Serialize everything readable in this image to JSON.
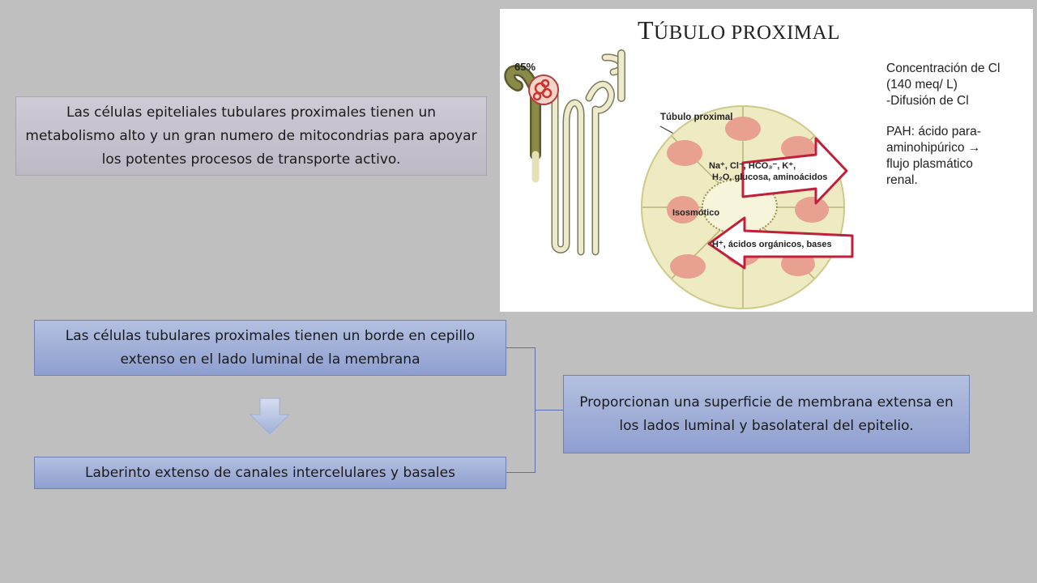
{
  "intro_box": {
    "text": "Las células epiteliales tubulares proximales tienen un metabolismo alto y un gran numero de mitocondrias para apoyar los potentes procesos de transporte activo."
  },
  "figure": {
    "title_first": "T",
    "title_rest": "ÚBULO PROXIMAL",
    "percent_label": "65%",
    "tubule_label": "Túbulo proximal",
    "reabsorption_line1": "Na⁺, Cl⁻, HCO₃⁻, K⁺,",
    "reabsorption_line2": "H₂O, glucosa, aminoácidos",
    "isosmotic_label": "Isosmótico",
    "secretion_label": "H⁺, ácidos orgánicos, bases",
    "note_lines": [
      "Concentración de Cl",
      "(140 meq/ L)",
      "-Difusión de Cl"
    ],
    "pah_lines": [
      "PAH: ácido para-",
      "aminohipúrico →",
      "flujo plasmático",
      "renal."
    ]
  },
  "flow": {
    "brush_border": "Las células tubulares proximales tienen un borde en cepillo extenso en el lado luminal de la membrana",
    "labyrinth": "Laberinto extenso de canales intercelulares y basales",
    "result": "Proporcionan una superficie de membrana extensa en los lados luminal y basolateral del epitelio."
  },
  "colors": {
    "background": "#bfbfbf",
    "box_blue": "#9aa9d6",
    "box_grey": "#c6c2cd",
    "arrow_red": "#c0203a",
    "cell_pink": "#e89a8a",
    "tubule_yellow": "#e9e4b4"
  }
}
